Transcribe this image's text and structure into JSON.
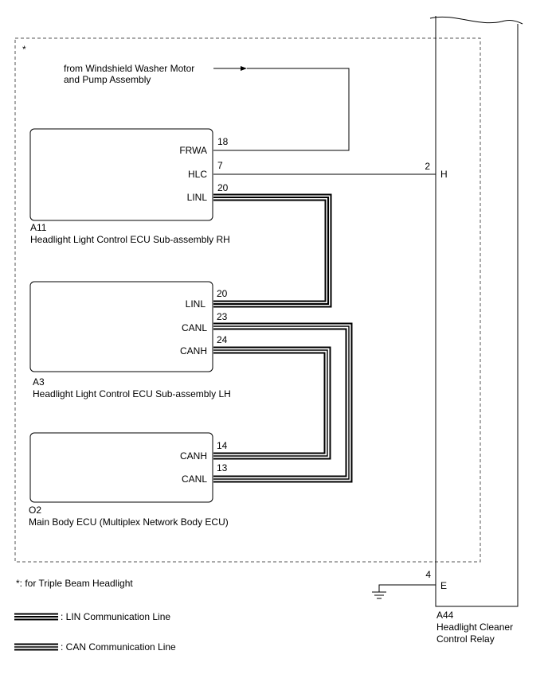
{
  "note_marker": "*",
  "source_label": {
    "line1": "from Windshield Washer Motor",
    "line2": "and Pump Assembly"
  },
  "ecus": [
    {
      "code": "A11",
      "name": "Headlight Light Control ECU Sub-assembly RH",
      "pins": [
        {
          "label": "FRWA",
          "number": "18"
        },
        {
          "label": "HLC",
          "number": "7"
        },
        {
          "label": "LINL",
          "number": "20"
        }
      ]
    },
    {
      "code": "A3",
      "name": "Headlight Light Control ECU Sub-assembly LH",
      "pins": [
        {
          "label": "LINL",
          "number": "20"
        },
        {
          "label": "CANL",
          "number": "23"
        },
        {
          "label": "CANH",
          "number": "24"
        }
      ]
    },
    {
      "code": "O2",
      "name": "Main Body ECU (Multiplex Network Body ECU)",
      "pins": [
        {
          "label": "CANH",
          "number": "14"
        },
        {
          "label": "CANL",
          "number": "13"
        }
      ]
    }
  ],
  "relay": {
    "code": "A44",
    "name_line1": "Headlight Cleaner",
    "name_line2": "Control Relay",
    "pins": [
      {
        "label": "H",
        "number": "2"
      },
      {
        "label": "E",
        "number": "4"
      }
    ]
  },
  "footnote": "*: for Triple Beam Headlight",
  "legend": {
    "lin": ": LIN Communication Line",
    "can": ": CAN Communication Line"
  }
}
